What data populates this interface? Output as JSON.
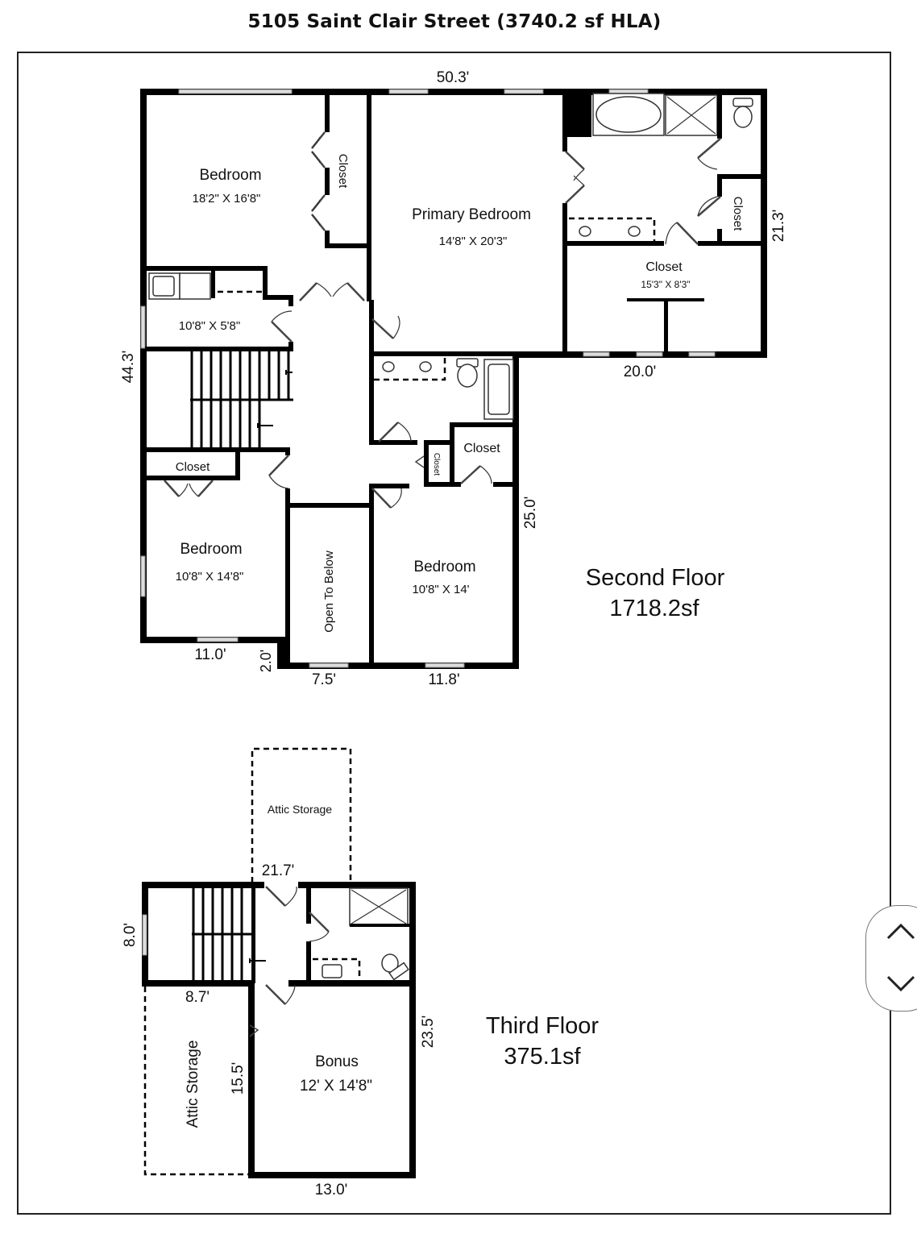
{
  "title": "5105 Saint Clair Street (3740.2 sf HLA)",
  "second_floor": {
    "label": "Second Floor",
    "area": "1718.2sf",
    "dimensions": {
      "top": "50.3'",
      "left": "44.3'",
      "right_upper": "21.3'",
      "right_lower": "25.0'",
      "bottom_closet": "20.0'",
      "bottom_bedroom_left": "11.0'",
      "bottom_jog": "2.0'",
      "bottom_open": "7.5'",
      "bottom_bedroom_right": "11.8'"
    },
    "rooms": {
      "bedroom_nw": {
        "name": "Bedroom",
        "size": "18'2\" X 16'8\""
      },
      "closet_nw": {
        "name": "Closet"
      },
      "primary_bedroom": {
        "name": "Primary Bedroom",
        "size": "14'8\" X 20'3\""
      },
      "primary_closet_small": {
        "name": "Closet"
      },
      "primary_closet_walkin": {
        "name": "Closet",
        "size": "15'3\" X 8'3\""
      },
      "laundry": {
        "size": "10'8\" X 5'8\""
      },
      "closet_sw": {
        "name": "Closet"
      },
      "bedroom_sw": {
        "name": "Bedroom",
        "size": "10'8\" X 14'8\""
      },
      "open_to_below": {
        "name": "Open To Below"
      },
      "closet_hall_small": {
        "name": "Closet"
      },
      "closet_hall": {
        "name": "Closet"
      },
      "bedroom_se": {
        "name": "Bedroom",
        "size": "10'8\" X 14'"
      }
    }
  },
  "third_floor": {
    "label": "Third Floor",
    "area": "375.1sf",
    "dimensions": {
      "top": "21.7'",
      "left": "8.0'",
      "stair_bottom": "8.7'",
      "right": "23.5'",
      "bonus_left": "15.5'",
      "bottom": "13.0'"
    },
    "rooms": {
      "attic_top": {
        "name": "Attic Storage"
      },
      "attic_left": {
        "name": "Attic Storage"
      },
      "bonus": {
        "name": "Bonus",
        "size": "12' X 14'8\""
      }
    }
  },
  "nav": {
    "up_icon": "chevron-up",
    "down_icon": "chevron-down"
  }
}
